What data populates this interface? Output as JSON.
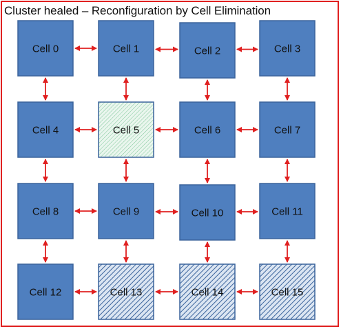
{
  "title": "Cluster healed – Reconfiguration by Cell Elimination",
  "colors": {
    "border": "#e02020",
    "cell_fill": "#4f7fbf",
    "cell_stroke": "#3b649c",
    "arrow": "#e02020",
    "spare_fill": "#eaf6ee",
    "spare_hatch": "#7fc79a",
    "eliminated_fill": "#dbe5f2",
    "eliminated_hatch": "#3b649c"
  },
  "cells": [
    {
      "id": 0,
      "label": "Cell 0",
      "state": "active"
    },
    {
      "id": 1,
      "label": "Cell 1",
      "state": "active"
    },
    {
      "id": 2,
      "label": "Cell 2",
      "state": "active"
    },
    {
      "id": 3,
      "label": "Cell 3",
      "state": "active"
    },
    {
      "id": 4,
      "label": "Cell 4",
      "state": "active"
    },
    {
      "id": 5,
      "label": "Cell 5",
      "state": "spare"
    },
    {
      "id": 6,
      "label": "Cell 6",
      "state": "active"
    },
    {
      "id": 7,
      "label": "Cell 7",
      "state": "active"
    },
    {
      "id": 8,
      "label": "Cell 8",
      "state": "active"
    },
    {
      "id": 9,
      "label": "Cell 9",
      "state": "active"
    },
    {
      "id": 10,
      "label": "Cell 10",
      "state": "active"
    },
    {
      "id": 11,
      "label": "Cell 11",
      "state": "active"
    },
    {
      "id": 12,
      "label": "Cell 12",
      "state": "active"
    },
    {
      "id": 13,
      "label": "Cell 13",
      "state": "eliminated"
    },
    {
      "id": 14,
      "label": "Cell 14",
      "state": "eliminated"
    },
    {
      "id": 15,
      "label": "Cell 15",
      "state": "eliminated"
    }
  ]
}
